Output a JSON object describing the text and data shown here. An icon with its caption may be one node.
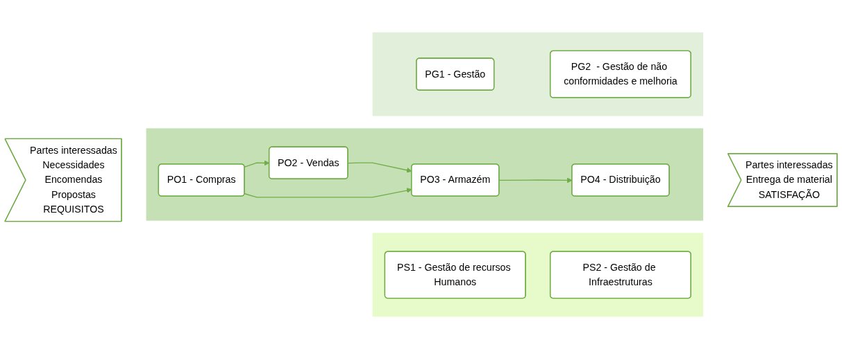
{
  "diagram": {
    "nodes": [
      {
        "text": [
          "Partes interessadas",
          "Necessidades",
          "Encomendas",
          "Propostas",
          "REQUISITOS"
        ]
      },
      {
        "text": [],
        "shape": "band"
      },
      {
        "text": [
          "PG1 - Gestão"
        ],
        "in": 1
      },
      {
        "text": [
          "PG2  - Gestão de não conformidades e melhoria"
        ],
        "in": 1
      },
      {
        "text": [],
        "shape": "band"
      },
      {
        "text": [
          "PO1 - Compras"
        ],
        "in": 4
      },
      {
        "text": [
          "PO2 - Vendas"
        ],
        "in": 4
      },
      {
        "text": [
          "PO3 - Armazém"
        ],
        "in": 4
      },
      {
        "text": [
          "PO4 - Distribuição"
        ],
        "in": 4
      },
      {
        "text": [],
        "shape": "band"
      },
      {
        "text": [
          "PS1 - Gestão de recursos Humanos"
        ],
        "in": 9
      },
      {
        "text": [
          "PS2 - Gestão de Infraestruturas"
        ],
        "in": 9
      },
      {
        "text": [
          "Partes interessadas",
          "Entrega de material",
          "SATISFAÇÃO"
        ]
      }
    ],
    "edges": [
      {
        "from": 5,
        "to": 6,
        "arrow": "to"
      },
      {
        "from": 6,
        "to": 7,
        "arrow": "to"
      },
      {
        "from": 7,
        "to": 8,
        "arrow": "to"
      },
      {
        "from": 5,
        "to": 7,
        "arrow": "to"
      }
    ]
  }
}
